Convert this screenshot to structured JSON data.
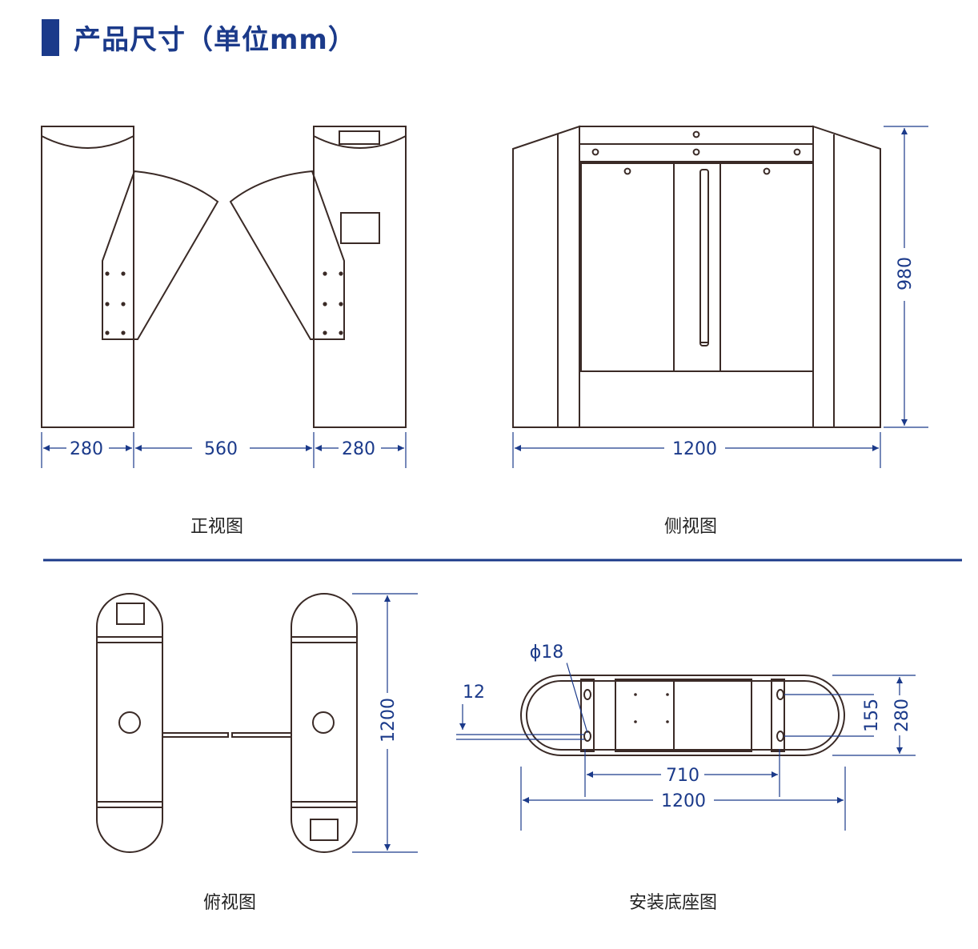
{
  "title": "产品尺寸（单位mm）",
  "colors": {
    "accent": "#1b3a8a",
    "line": "#3a2a26",
    "dim": "#1b3a8a"
  },
  "views": {
    "front": {
      "caption": "正视图",
      "dims": [
        "280",
        "560",
        "280"
      ]
    },
    "side": {
      "caption": "侧视图",
      "width": "1200",
      "height": "980"
    },
    "top": {
      "caption": "俯视图",
      "length": "1200"
    },
    "base": {
      "caption": "安装底座图",
      "hole": "ϕ18",
      "offset": "12",
      "hole_span": "155",
      "width": "280",
      "hole_distance": "710",
      "length": "1200"
    }
  }
}
